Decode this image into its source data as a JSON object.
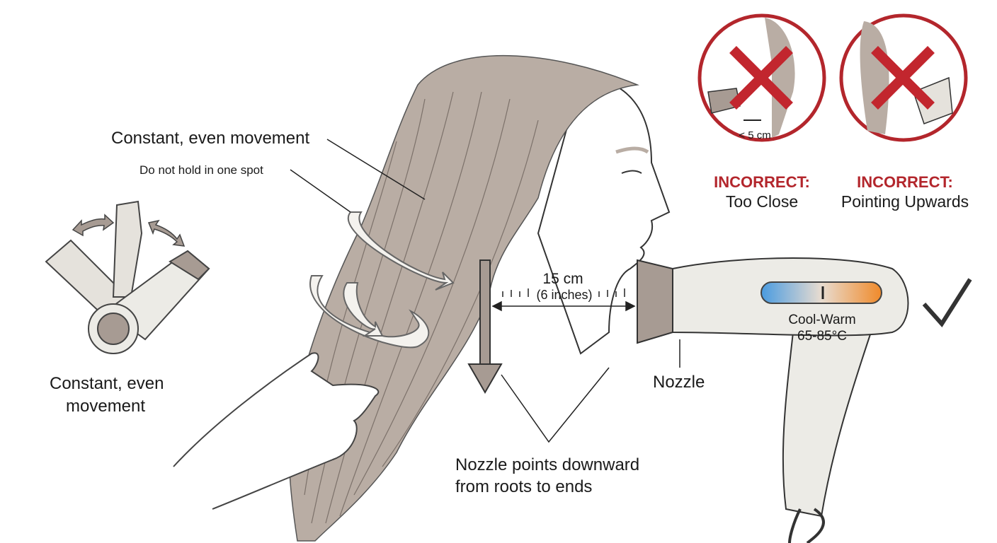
{
  "labels": {
    "top_movement": "Constant, even movement",
    "do_not_hold": "Do not hold in one spot",
    "left_movement_line1": "Constant, even",
    "left_movement_line2": "movement",
    "distance_cm": "15 cm",
    "distance_in": "(6 inches)",
    "nozzle": "Nozzle",
    "downward_line1": "Nozzle points downward",
    "downward_line2": "from roots to ends",
    "temp_name": "Cool-Warm",
    "temp_range": "65-85°C"
  },
  "incorrect": [
    {
      "heading": "INCORRECT:",
      "caption": "Too Close",
      "note": "< 5 cm"
    },
    {
      "heading": "INCORRECT:",
      "caption": "Pointing Upwards"
    }
  ],
  "colors": {
    "hair": "#b9ada4",
    "warning_red": "#b3262c",
    "dryer_body": "#ecebe6",
    "nozzle": "#a79b93",
    "cool": "#4a9be0",
    "warm": "#f08a2a"
  },
  "icons": [
    "cross-mark-icon",
    "check-mark-icon",
    "double-arrow-icon",
    "down-arrow-icon"
  ]
}
